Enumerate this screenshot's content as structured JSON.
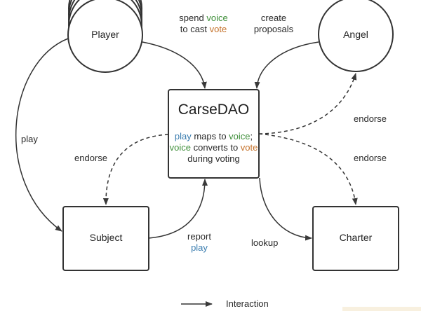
{
  "nodes": {
    "player": "Player",
    "angel": "Angel",
    "carsedao": {
      "title": "CarseDAO",
      "line1": {
        "kw1": "play",
        "mid": " maps to ",
        "kw2": "voice",
        "end": ";"
      },
      "line2": {
        "kw1": "voice",
        "mid": " converts to ",
        "kw2": "vote"
      },
      "line3": "during voting"
    },
    "subject": "Subject",
    "charter": "Charter"
  },
  "edges": {
    "spend_vote": {
      "w1": "spend ",
      "kw1": "voice",
      "w2": "to cast ",
      "kw2": "vote"
    },
    "create_proposals": {
      "line1": "create",
      "line2": "proposals"
    },
    "play": "play",
    "endorse_subject": "endorse",
    "endorse_angel": "endorse",
    "endorse_charter": "endorse",
    "report_play": {
      "line1": "report",
      "kw": "play"
    },
    "lookup": "lookup"
  },
  "legend": {
    "interaction": "Interaction"
  },
  "colors": {
    "play": "#3c7eb0",
    "voice": "#3f8f3a",
    "vote": "#c47028",
    "stroke": "#333333"
  }
}
